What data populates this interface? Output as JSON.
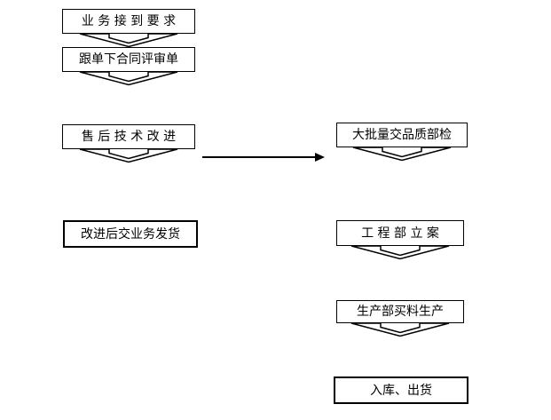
{
  "diagram": {
    "type": "flowchart",
    "background": "#ffffff",
    "line_color": "#000000",
    "node_fill": "#ffffff",
    "nodes": [
      {
        "id": "receive-request",
        "label": "业 务 接 到 要 求"
      },
      {
        "id": "contract-review",
        "label": "跟单下合同评审单"
      },
      {
        "id": "aftersales-improvement",
        "label": "售 后 技 术 改 进"
      },
      {
        "id": "quality-inspection",
        "label": "大批量交品质部检"
      },
      {
        "id": "ship-after-improvement",
        "label": "改进后交业务发货"
      },
      {
        "id": "engineering-filing",
        "label": "工 程 部 立 案"
      },
      {
        "id": "production-purchase",
        "label": "生产部买料生产"
      },
      {
        "id": "warehouse-shipment",
        "label": "入库、出货"
      }
    ],
    "connectors": [
      {
        "from": "receive-request",
        "to": "contract-review",
        "type": "block-chevron-down"
      },
      {
        "from": "contract-review",
        "to": "aftersales-improvement",
        "type": "block-chevron-down"
      },
      {
        "from": "aftersales-improvement",
        "to": "ship-after-improvement",
        "type": "block-chevron-down"
      },
      {
        "from": "aftersales-improvement",
        "to": "quality-inspection",
        "type": "arrow-right"
      },
      {
        "from": "quality-inspection",
        "to": "engineering-filing",
        "type": "block-chevron-down"
      },
      {
        "from": "engineering-filing",
        "to": "production-purchase",
        "type": "block-chevron-down"
      },
      {
        "from": "production-purchase",
        "to": "warehouse-shipment",
        "type": "block-chevron-down"
      }
    ]
  }
}
